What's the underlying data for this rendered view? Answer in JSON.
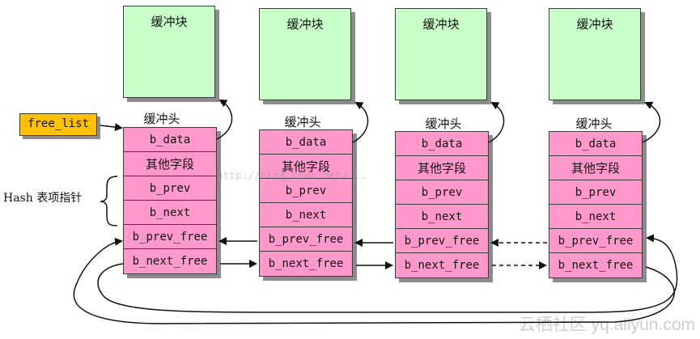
{
  "free_list_label": "free_list",
  "hash_label": "Hash 表项指针",
  "watermark_mid": "http://blog.csdn.net/...",
  "watermark_corner": "云栖社区 yq.aliyun.com",
  "blocks": [
    {
      "buffer_label": "缓冲块",
      "header_label": "缓冲头",
      "fields": [
        "b_data",
        "其他字段",
        "b_prev",
        "b_next",
        "b_prev_free",
        "b_next_free"
      ]
    },
    {
      "buffer_label": "缓冲块",
      "header_label": "缓冲头",
      "fields": [
        "b_data",
        "其他字段",
        "b_prev",
        "b_next",
        "b_prev_free",
        "b_next_free"
      ]
    },
    {
      "buffer_label": "缓冲块",
      "header_label": "缓冲头",
      "fields": [
        "b_data",
        "其他字段",
        "b_prev",
        "b_next",
        "b_prev_free",
        "b_next_free"
      ]
    },
    {
      "buffer_label": "缓冲块",
      "header_label": "缓冲头",
      "fields": [
        "b_data",
        "其他字段",
        "b_prev",
        "b_next",
        "b_prev_free",
        "b_next_free"
      ]
    }
  ],
  "colors": {
    "buffer_fill": "#c8ffc8",
    "header_fill": "#ff99cc",
    "free_list_fill": "#ffc000",
    "shadow": "#8c8c8c",
    "stroke": "#111111"
  }
}
